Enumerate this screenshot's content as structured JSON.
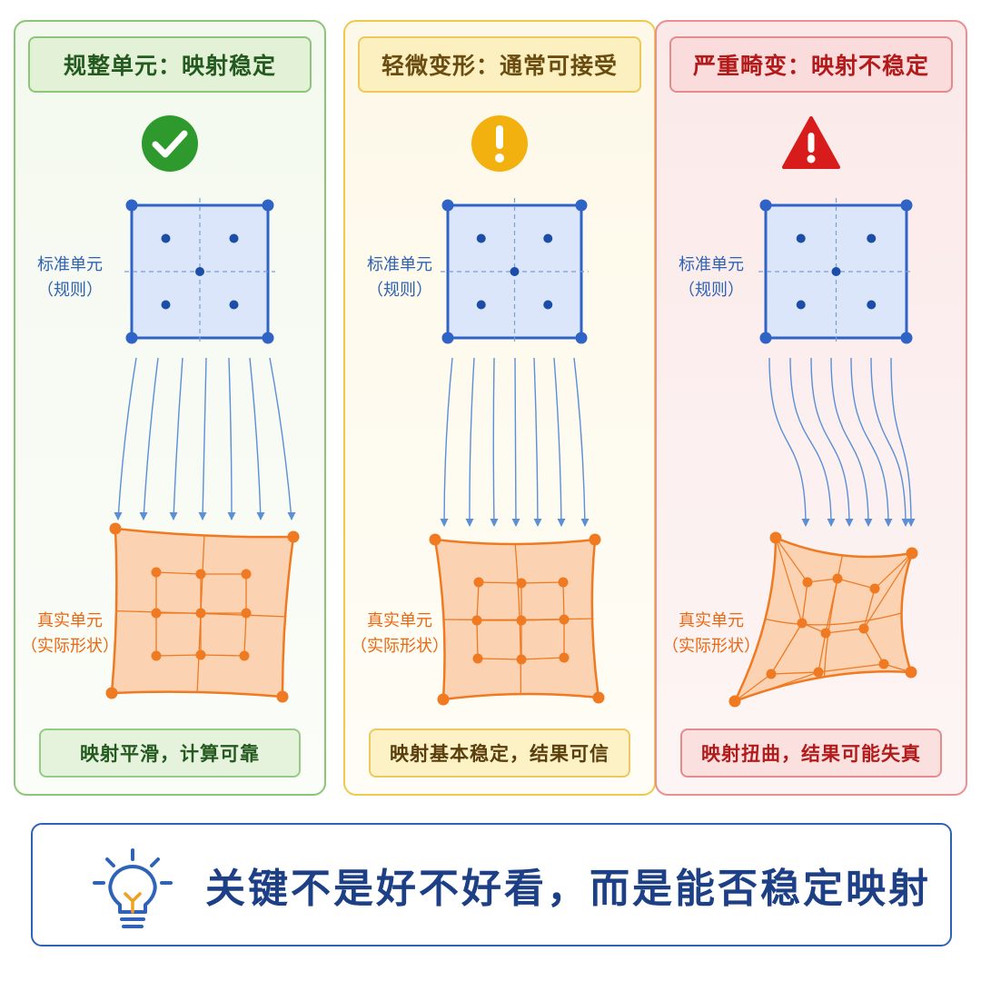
{
  "panels": [
    {
      "title": "规整单元：映射稳定",
      "icon": "check-circle-icon",
      "standard_label": "标准单元",
      "standard_sublabel": "（规则）",
      "real_label": "真实单元",
      "real_sublabel": "（实际形状）",
      "conclusion": "映射平滑，计算可靠",
      "accent_color": "#2e9a2e"
    },
    {
      "title": "轻微变形：通常可接受",
      "icon": "warning-circle-icon",
      "standard_label": "标准单元",
      "standard_sublabel": "（规则）",
      "real_label": "真实单元",
      "real_sublabel": "（实际形状）",
      "conclusion": "映射基本稳定，结果可信",
      "accent_color": "#f3b10f"
    },
    {
      "title": "严重畸变：映射不稳定",
      "icon": "warning-triangle-icon",
      "standard_label": "标准单元",
      "standard_sublabel": "（规则）",
      "real_label": "真实单元",
      "real_sublabel": "（实际形状）",
      "conclusion": "映射扭曲，结果可能失真",
      "accent_color": "#d81c1c"
    }
  ],
  "footer": {
    "icon": "lightbulb-icon",
    "text": "关键不是好不好看，而是能否稳定映射"
  },
  "colors": {
    "standard_fill": "#dbe6fa",
    "standard_stroke": "#2f63c6",
    "real_fill": "#fbd3b3",
    "real_stroke": "#ef7a22",
    "arrow": "#5b8fd6"
  }
}
